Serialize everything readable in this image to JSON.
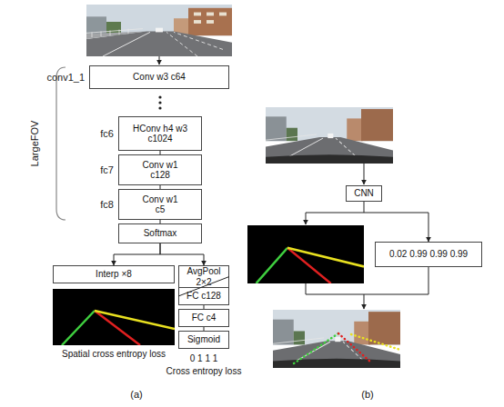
{
  "diagram": {
    "nodes": [
      {
        "text": [
          "conv1_1",
          "Conv w3 c64"
        ]
      },
      {
        "text": [
          "fc6",
          "HConv h4 w3 c1024"
        ]
      },
      {
        "text": [
          "fc7",
          "Conv w1 c128"
        ]
      },
      {
        "text": [
          "fc8",
          "Conv w1 c5"
        ]
      },
      {
        "text": [
          "Softmax"
        ]
      },
      {
        "text": [
          "Interp ×8"
        ]
      },
      {
        "text": [
          "AvgPool 2×2"
        ]
      },
      {
        "text": [
          "FC c128"
        ]
      },
      {
        "text": [
          "FC c4"
        ]
      },
      {
        "text": [
          "Sigmoid"
        ]
      },
      {
        "text": [
          "CNN"
        ]
      },
      {
        "text": [
          "0.02 0.99 0.99 0.99"
        ]
      }
    ],
    "edges": [
      {
        "from": 1,
        "to": 2,
        "arrow": "none"
      },
      {
        "from": 2,
        "to": 3,
        "arrow": "none"
      },
      {
        "from": 3,
        "to": 4,
        "arrow": "none"
      },
      {
        "from": 4,
        "to": 5,
        "arrow": "to"
      },
      {
        "from": 4,
        "to": 6,
        "arrow": "to"
      },
      {
        "from": 6,
        "to": 7,
        "arrow": "none"
      },
      {
        "from": 7,
        "to": 8,
        "arrow": "none"
      },
      {
        "from": 8,
        "to": 9,
        "arrow": "none"
      },
      {
        "from": 10,
        "to": 11,
        "arrow": "to"
      }
    ],
    "labels": [
      "LargeFOV",
      "Spatial cross entropy loss",
      "0 1 1 1",
      "Cross entropy loss",
      "(a)",
      "(b)"
    ]
  }
}
